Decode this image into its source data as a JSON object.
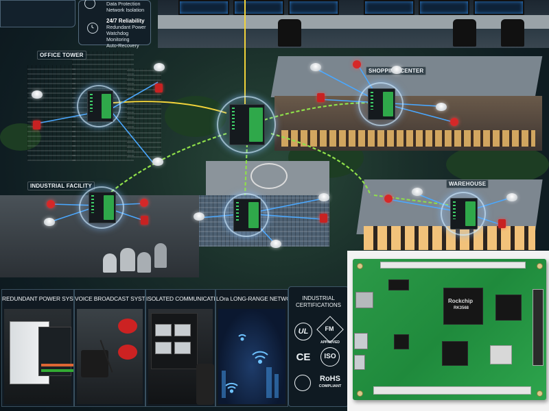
{
  "info": {
    "features_line1": "Data Protection",
    "features_line2": "Network Isolation",
    "reliability_title": "24/7 Reliability",
    "reliability_line1": "Redundant Power",
    "reliability_line2": "Watchdog Monitoring",
    "reliability_line3": "Auto-Recovery"
  },
  "sites": {
    "office_tower": "OFFICE TOWER",
    "shopping_center": "SHOPPING CENTER",
    "industrial_facility": "INDUSTRIAL FACILITY",
    "warehouse": "WAREHOUSE"
  },
  "panels": [
    {
      "title": "REDUNDANT POWER SYSTEM"
    },
    {
      "title": "VOICE BROADCAST SYSTEM"
    },
    {
      "title": "ISOLATED COMMUNICATION"
    },
    {
      "title": "LOra LONG-RANGE NETWORK"
    }
  ],
  "certifications": {
    "heading_line1": "INDUSTRIAL",
    "heading_line2": "CERTIFICATIONS",
    "ul": "UL",
    "fm": "FM",
    "fm_sub": "APPROVED",
    "ce": "CE",
    "iso": "ISO",
    "rohs": "RoHS",
    "rohs_sub": "COMPLIANT"
  },
  "board": {
    "soc_brand": "Rockchip",
    "soc_model": "RK3568"
  },
  "colors": {
    "link_yellow": "#f2d33a",
    "link_green": "#8fe04a",
    "link_blue": "#4aa8ff",
    "alarm_red": "#d62828",
    "pcb_green": "#239a44"
  },
  "icons": [
    "shield-icon",
    "clock-icon",
    "smoke-detector-icon",
    "fire-alarm-icon",
    "ul-logo",
    "fm-logo",
    "ce-logo",
    "iso-logo",
    "rohs-logo"
  ]
}
